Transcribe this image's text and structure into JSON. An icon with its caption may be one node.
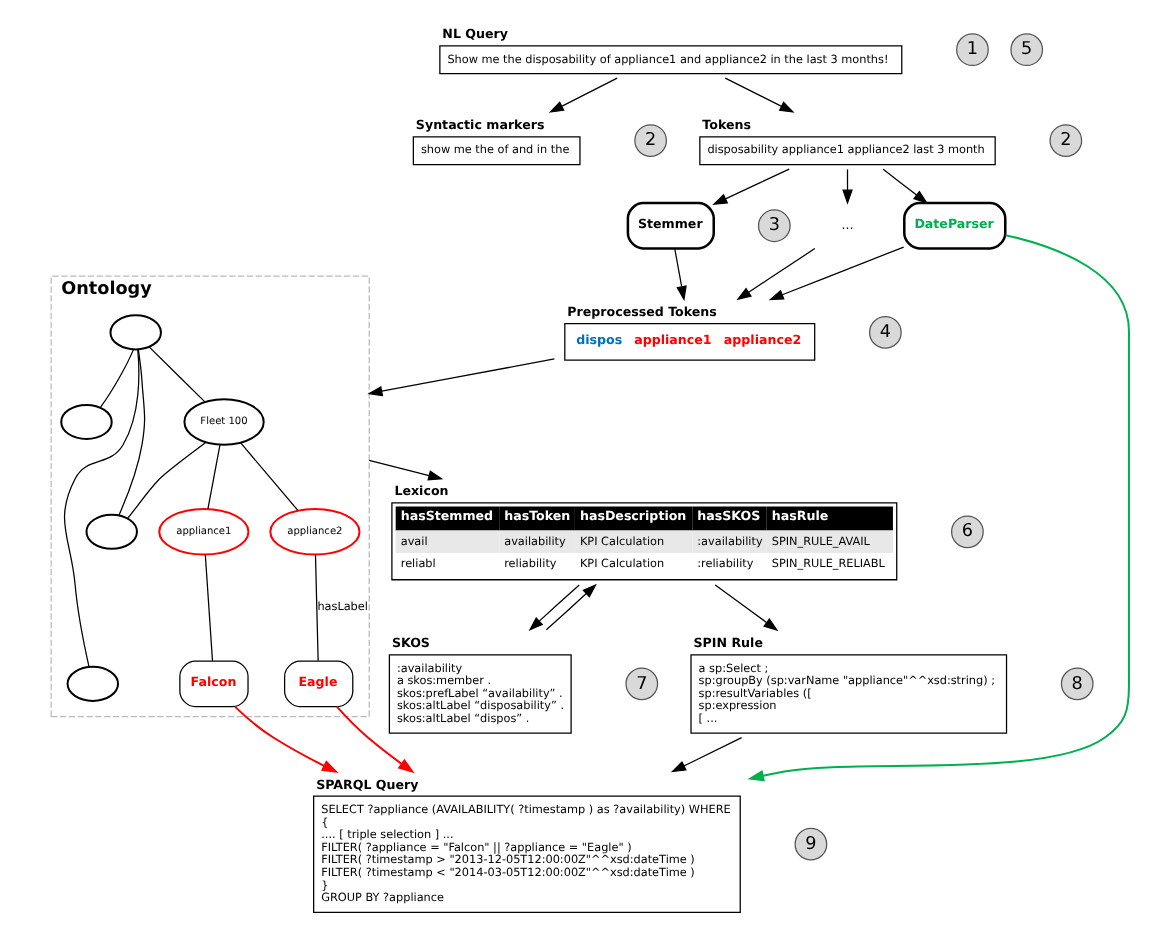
{
  "diagram": {
    "nodes": [
      {
        "text": [
          "NL Query",
          "Show me the disposability of appliance1 and appliance2 in the last 3 months!"
        ]
      },
      {
        "text": [
          "1"
        ]
      },
      {
        "text": [
          "Syntactic markers",
          "show me the of and in the"
        ]
      },
      {
        "text": [
          "2"
        ]
      },
      {
        "text": [
          "Tokens",
          "disposability appliance1 appliance2 last 3 month"
        ]
      },
      {
        "text": [
          "2"
        ]
      },
      {
        "text": [
          "Stemmer"
        ]
      },
      {
        "text": [
          "3"
        ]
      },
      {
        "text": [
          "..."
        ]
      },
      {
        "text": [
          "DateParser"
        ]
      },
      {
        "text": [
          "Preprocessed Tokens",
          "dispos",
          "appliance1",
          "appliance2"
        ]
      },
      {
        "text": [
          "4"
        ]
      },
      {
        "text": [
          "5"
        ]
      },
      {
        "text": [
          "Ontology"
        ]
      },
      {
        "text": [],
        "shape": "ellipse",
        "in": 13
      },
      {
        "text": [],
        "shape": "ellipse",
        "in": 13
      },
      {
        "text": [
          "Fleet 100"
        ],
        "in": 13
      },
      {
        "text": [],
        "shape": "ellipse",
        "in": 13
      },
      {
        "text": [],
        "shape": "ellipse",
        "in": 13
      },
      {
        "text": [
          "appliance1"
        ],
        "in": 13
      },
      {
        "text": [
          "appliance2"
        ],
        "in": 13
      },
      {
        "text": [
          "Falcon"
        ],
        "in": 13
      },
      {
        "text": [
          "Eagle"
        ],
        "in": 13
      },
      {
        "text": [
          "Lexicon",
          "hasStemmed",
          "hasToken",
          "hasDescription",
          "hasSKOS",
          "hasRule",
          "avail",
          "availability",
          "KPI Calculation",
          ":availability",
          "SPIN_RULE_AVAIL",
          "reliabl",
          "reliability",
          "KPI Calculation",
          ":reliability",
          "SPIN_RULE_RELIABL"
        ]
      },
      {
        "text": [
          "6"
        ]
      },
      {
        "text": [
          "SKOS",
          ":availability",
          "a skos:member .",
          "skos:prefLabel “availability” .",
          "skos:altLabel “disposability” .",
          "skos:altLabel “dispos” ."
        ]
      },
      {
        "text": [
          "7"
        ]
      },
      {
        "text": [
          "SPIN Rule",
          "a sp:Select ;",
          "sp:groupBy (sp:varName \"appliance\"^^xsd:string) ;",
          "sp:resultVariables ([",
          "sp:expression",
          "[ ..."
        ]
      },
      {
        "text": [
          "8"
        ]
      },
      {
        "text": [
          "SPARQL Query",
          "SELECT ?appliance (AVAILABILITY( ?timestamp ) as ?availability) WHERE",
          "{",
          ".... [ triple selection ] ...",
          "FILTER( ?appliance = \"Falcon\" || ?appliance = \"Eagle\" )",
          "FILTER( ?timestamp > \"2013-12-05T12:00:00Z\"^^xsd:dateTime )",
          "FILTER( ?timestamp < \"2014-03-05T12:00:00Z\"^^xsd:dateTime )",
          "}",
          "GROUP BY ?appliance"
        ]
      },
      {
        "text": [
          "9"
        ]
      }
    ],
    "edges": [
      {
        "from": 0,
        "to": 2,
        "arrow": "to"
      },
      {
        "from": 0,
        "to": 4,
        "arrow": "to"
      },
      {
        "from": 4,
        "to": 6,
        "arrow": "to"
      },
      {
        "from": 4,
        "to": 8,
        "arrow": "to"
      },
      {
        "from": 4,
        "to": 9,
        "arrow": "to"
      },
      {
        "from": 6,
        "to": 10,
        "arrow": "to"
      },
      {
        "from": 8,
        "to": 10,
        "arrow": "to"
      },
      {
        "from": 9,
        "to": 10,
        "arrow": "to"
      },
      {
        "from": 10,
        "to": 13,
        "arrow": "to"
      },
      {
        "from": 14,
        "to": 15,
        "arrow": "none"
      },
      {
        "from": 14,
        "to": 16,
        "arrow": "none"
      },
      {
        "from": 14,
        "to": 17,
        "arrow": "none"
      },
      {
        "from": 14,
        "to": 18,
        "arrow": "none"
      },
      {
        "from": 16,
        "to": 17,
        "arrow": "none"
      },
      {
        "from": 16,
        "to": 19,
        "arrow": "none"
      },
      {
        "from": 16,
        "to": 20,
        "arrow": "none"
      },
      {
        "from": 19,
        "to": 21,
        "arrow": "none"
      },
      {
        "from": 20,
        "to": 22,
        "arrow": "none",
        "label": "hasLabel"
      },
      {
        "from": 13,
        "to": 23,
        "arrow": "to"
      },
      {
        "from": 25,
        "to": 23,
        "arrow": "to"
      },
      {
        "from": 23,
        "to": 25,
        "arrow": "to"
      },
      {
        "from": 23,
        "to": 27,
        "arrow": "to"
      },
      {
        "from": 27,
        "to": 29,
        "arrow": "to"
      },
      {
        "from": 9,
        "to": 29,
        "arrow": "to",
        "color": "#00b050"
      },
      {
        "from": 21,
        "to": 29,
        "arrow": "to",
        "color": "#ff0000"
      },
      {
        "from": 22,
        "to": 29,
        "arrow": "to",
        "color": "#ff0000"
      }
    ]
  }
}
